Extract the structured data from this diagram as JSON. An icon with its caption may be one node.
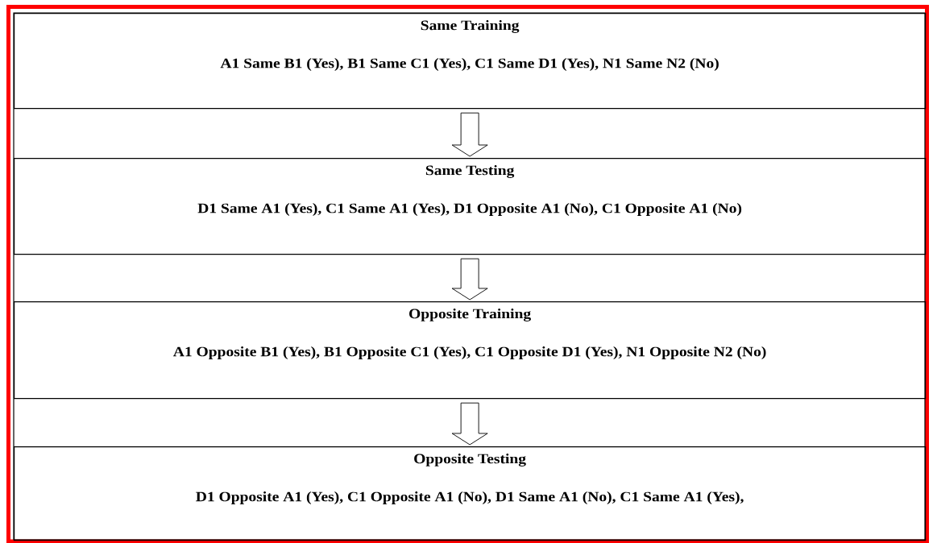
{
  "diagram": {
    "nodes": [
      {
        "text": [
          "Same Training",
          "A1 Same B1 (Yes), B1 Same C1 (Yes), C1 Same D1 (Yes), N1 Same N2 (No)"
        ]
      },
      {
        "text": [
          "Same Testing",
          "D1 Same A1 (Yes), C1 Same A1 (Yes), D1 Opposite A1 (No), C1 Opposite A1 (No)"
        ]
      },
      {
        "text": [
          "Opposite Training",
          "A1 Opposite B1 (Yes), B1 Opposite C1 (Yes), C1 Opposite D1 (Yes), N1 Opposite N2 (No)"
        ]
      },
      {
        "text": [
          "Opposite Testing",
          "D1 Opposite A1 (Yes), C1 Opposite A1 (No),  D1 Same A1 (No), C1 Same A1 (Yes),"
        ]
      }
    ],
    "edges": [
      {
        "from": 0,
        "to": 1,
        "arrow": "to"
      },
      {
        "from": 1,
        "to": 2,
        "arrow": "to"
      },
      {
        "from": 2,
        "to": 3,
        "arrow": "to"
      }
    ]
  }
}
